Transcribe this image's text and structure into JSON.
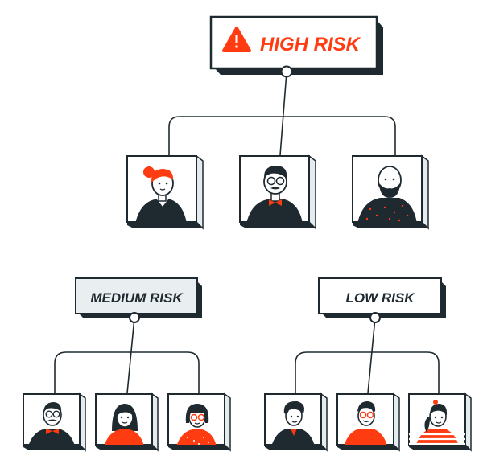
{
  "colors": {
    "ink": "#1f2a30",
    "accent": "#ff3b12",
    "box_fill": "#ffffff",
    "box_side": "#e6ebee",
    "medium_fill": "#e9eef1"
  },
  "levels": {
    "high": {
      "label": "HIGH RISK",
      "icon": "warning-triangle-icon"
    },
    "medium": {
      "label": "MEDIUM RISK"
    },
    "low": {
      "label": "LOW RISK"
    }
  },
  "people": {
    "high": [
      "woman-red-hair-bun",
      "man-glasses-bowtie",
      "bald-bearded-man"
    ],
    "medium": [
      "man-glasses-mustache-bowtie",
      "woman-long-hair",
      "woman-bob-red-glasses"
    ],
    "low": [
      "boy-swept-hair",
      "man-red-glasses",
      "girl-ponytail-striped-shirt"
    ]
  }
}
